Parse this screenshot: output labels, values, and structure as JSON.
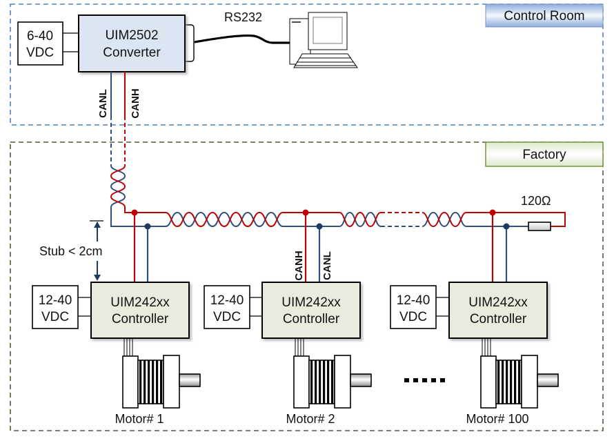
{
  "regions": {
    "control_room": {
      "label": "Control Room",
      "border_color": "#4f81bd"
    },
    "factory": {
      "label": "Factory",
      "border_color": "#4f5a3a"
    }
  },
  "converter": {
    "name_line1": "UIM2502",
    "name_line2": "Converter",
    "fill": "#dce6f2",
    "power": {
      "line1": "6-40",
      "line2": "VDC"
    }
  },
  "link": {
    "label": "RS232"
  },
  "can_labels": {
    "low": "CANL",
    "high": "CANH"
  },
  "colors": {
    "can_high": "#c00000",
    "can_low": "#2e4e7e",
    "controller_fill": "#e7ecdd"
  },
  "terminator": {
    "label": "120Ω"
  },
  "stub": {
    "label": "Stub < 2cm"
  },
  "controllers": [
    {
      "name_line1": "UIM242xx",
      "name_line2": "Controller",
      "power_line1": "12-40",
      "power_line2": "VDC",
      "motor": "Motor# 1"
    },
    {
      "name_line1": "UIM242xx",
      "name_line2": "Controller",
      "power_line1": "12-40",
      "power_line2": "VDC",
      "motor": "Motor# 2"
    },
    {
      "name_line1": "UIM242xx",
      "name_line2": "Controller",
      "power_line1": "12-40",
      "power_line2": "VDC",
      "motor": "Motor# 100"
    }
  ],
  "ellipsis": "....."
}
